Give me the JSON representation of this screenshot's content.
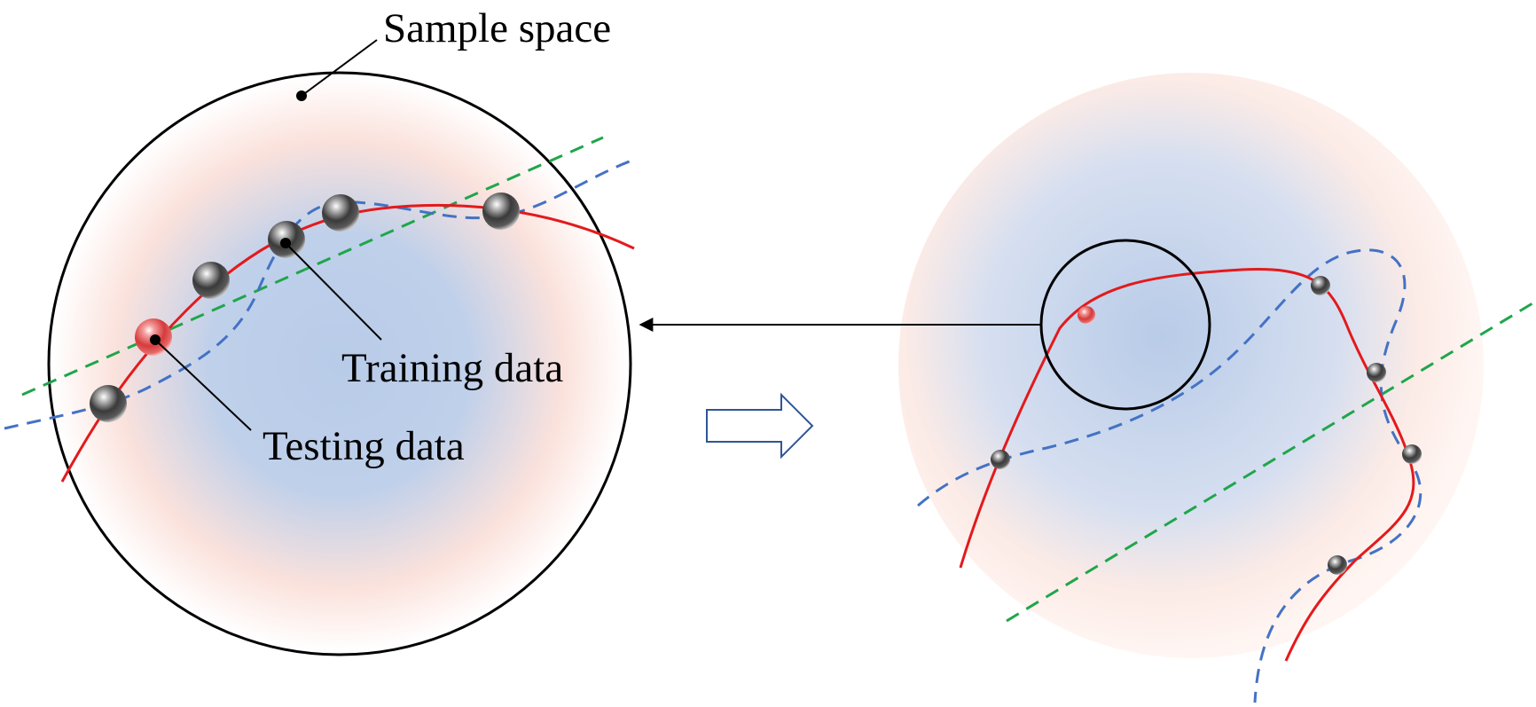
{
  "labels": {
    "sample_space": "Sample space",
    "training_data": "Training data",
    "testing_data": "Testing data"
  },
  "colors": {
    "true_function": "#e31a1c",
    "overfit_model": "#4472c4",
    "underfit_model": "#1fa64a",
    "density_center": "#b8cbe8",
    "density_edge": "#fde3dc",
    "training_point": "#555555",
    "testing_point": "#e05a5a",
    "arrow_outline": "#2f5597",
    "line": "#000000"
  },
  "icons": {
    "transform_arrow": "right-hollow-arrow-icon"
  }
}
